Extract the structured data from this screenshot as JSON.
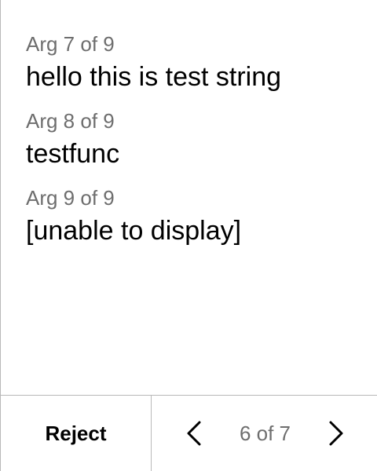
{
  "args": [
    {
      "label": "Arg 7 of 9",
      "value": "hello this is test string"
    },
    {
      "label": "Arg 8 of 9",
      "value": "testfunc"
    },
    {
      "label": "Arg 9 of 9",
      "value": "[unable to display]"
    }
  ],
  "footer": {
    "reject_label": "Reject",
    "page_indicator": "6 of 7",
    "prev_icon": "chevron-left-icon",
    "next_icon": "chevron-right-icon"
  },
  "colors": {
    "label": "#6e6e6e",
    "value": "#000000",
    "divider": "#b8b8b8"
  }
}
